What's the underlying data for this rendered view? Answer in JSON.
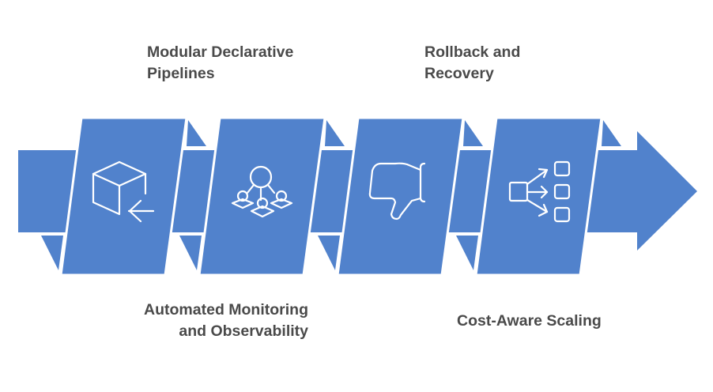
{
  "colors": {
    "fill": "#5182cc",
    "text": "#4a4a4a",
    "background": "#ffffff"
  },
  "steps": [
    {
      "line1": "Modular Declarative",
      "line2": "Pipelines",
      "icon": "cube-return-icon"
    },
    {
      "line1": "Automated Monitoring",
      "line2": "and Observability",
      "icon": "network-users-icon"
    },
    {
      "line1": "Rollback and",
      "line2": "Recovery",
      "icon": "thumbs-down-icon"
    },
    {
      "line1": "Cost-Aware Scaling",
      "icon": "scale-out-icon"
    }
  ]
}
